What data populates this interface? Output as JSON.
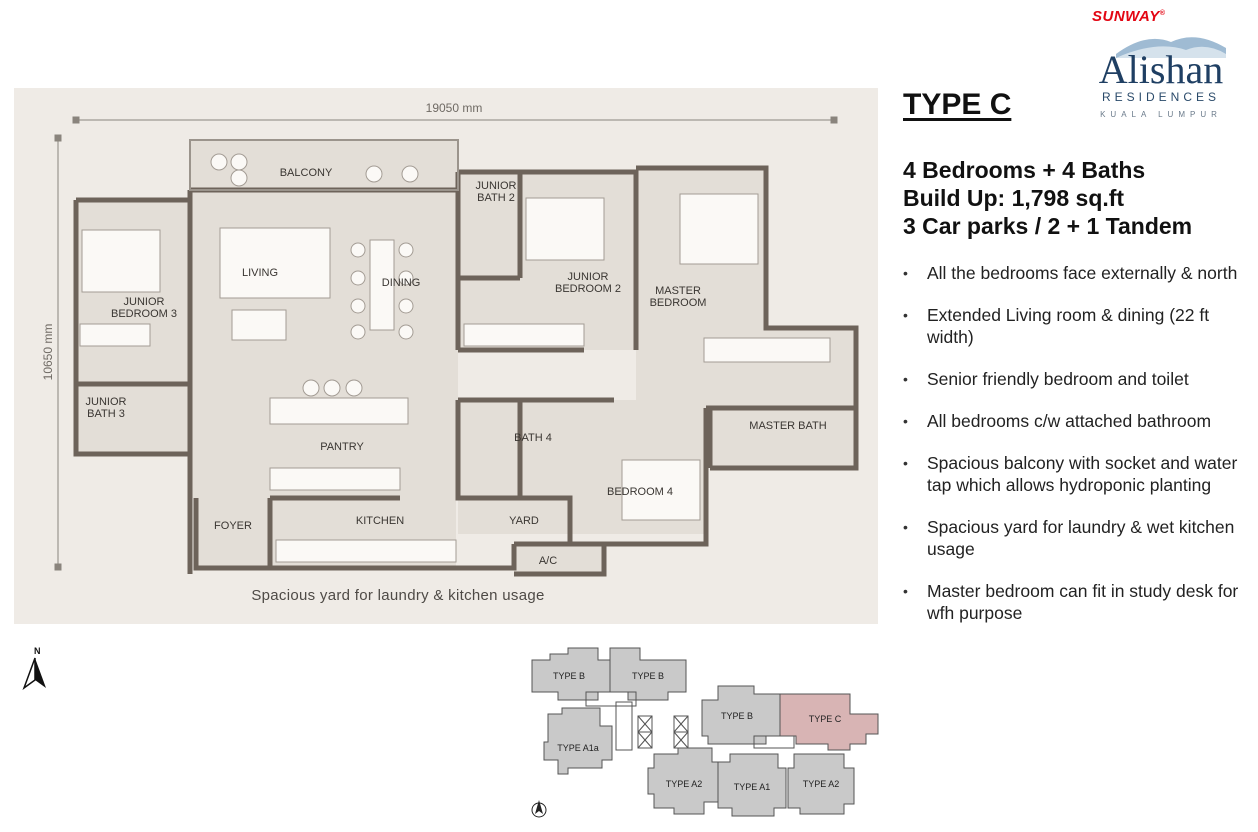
{
  "logo": {
    "brand": "SUNWAY",
    "brand_mark": "®",
    "name": "Alishan",
    "subtitle": "RESIDENCES",
    "location": "KUALA LUMPUR"
  },
  "unit": {
    "title": "TYPE C",
    "specs": [
      "4 Bedrooms + 4 Baths",
      "Build Up: 1,798 sq.ft",
      "3 Car parks / 2 + 1 Tandem"
    ],
    "features": [
      "All the bedrooms face externally & north",
      "Extended Living room & dining (22 ft width)",
      "Senior friendly bedroom and toilet",
      "All bedrooms c/w attached bathroom",
      "Spacious balcony with socket and water tap which allows hydroponic planting",
      "Spacious yard for laundry & wet kitchen usage",
      "Master bedroom can fit in study desk for wfh purpose"
    ]
  },
  "floor_plan": {
    "width_label": "19050 mm",
    "depth_label": "10650 mm",
    "caption": "Spacious yard for laundry & kitchen usage",
    "rooms": {
      "balcony": "BALCONY",
      "junior_bath_2": [
        "JUNIOR",
        "BATH 2"
      ],
      "junior_bedroom_2": [
        "JUNIOR",
        "BEDROOM 2"
      ],
      "master_bedroom": [
        "MASTER",
        "BEDROOM"
      ],
      "junior_bedroom_3": [
        "JUNIOR",
        "BEDROOM 3"
      ],
      "living": "LIVING",
      "dining": "DINING",
      "junior_bath_3": [
        "JUNIOR",
        "BATH 3"
      ],
      "pantry": "PANTRY",
      "bath_4": "BATH 4",
      "master_bath": "MASTER BATH",
      "bedroom_4": "BEDROOM 4",
      "foyer": "FOYER",
      "kitchen": "KITCHEN",
      "yard": "YARD",
      "ac": "A/C"
    }
  },
  "compass": {
    "north": "N"
  },
  "key_plan": {
    "units": [
      "TYPE B",
      "TYPE B",
      "TYPE A1a",
      "TYPE B",
      "TYPE C",
      "TYPE A2",
      "TYPE A1",
      "TYPE A2"
    ],
    "highlight_color": "#d8b4b4",
    "unit_color": "#c9c9c9"
  }
}
